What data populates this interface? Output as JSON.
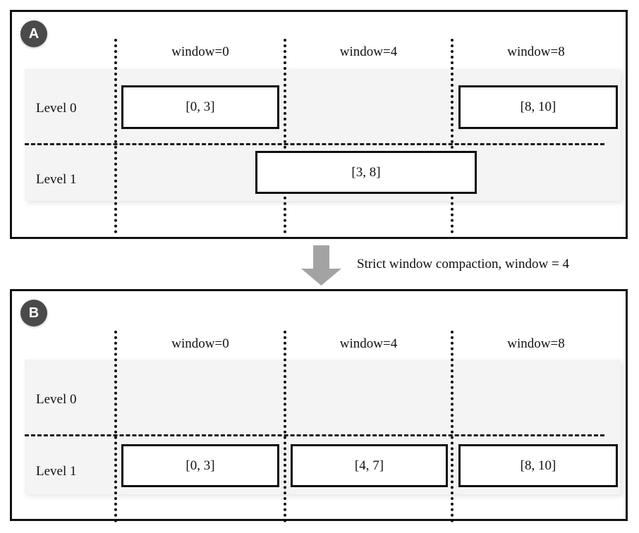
{
  "figure": {
    "panels": [
      {
        "id": "A",
        "badge": "A",
        "columns": [
          {
            "label": "window=0"
          },
          {
            "label": "window=4"
          },
          {
            "label": "window=8"
          }
        ],
        "rows": [
          {
            "label": "Level 0"
          },
          {
            "label": "Level 1"
          }
        ],
        "boxes": [
          {
            "id": "a-box-0-3",
            "label": "[0, 3]",
            "level": "Level 0",
            "window": "window=0"
          },
          {
            "id": "a-box-8-10",
            "label": "[8, 10]",
            "level": "Level 0",
            "window": "window=8"
          },
          {
            "id": "a-box-3-8",
            "label": "[3, 8]",
            "level": "Level 1",
            "window": "spans window=0 to window=8"
          }
        ]
      },
      {
        "id": "B",
        "badge": "B",
        "columns": [
          {
            "label": "window=0"
          },
          {
            "label": "window=4"
          },
          {
            "label": "window=8"
          }
        ],
        "rows": [
          {
            "label": "Level 0"
          },
          {
            "label": "Level 1"
          }
        ],
        "boxes": [
          {
            "id": "b-box-0-3",
            "label": "[0, 3]",
            "level": "Level 1",
            "window": "window=0"
          },
          {
            "id": "b-box-4-7",
            "label": "[4, 7]",
            "level": "Level 1",
            "window": "window=4"
          },
          {
            "id": "b-box-8-10",
            "label": "[8, 10]",
            "level": "Level 1",
            "window": "window=8"
          }
        ]
      }
    ],
    "transition": {
      "icon": "down-arrow-icon",
      "caption": "Strict window compaction, window = 4"
    },
    "colors": {
      "badge_fill": "#4a4a4a",
      "badge_text": "#ffffff",
      "band_fill": "#f4f4f4",
      "box_border": "#0d0d0d",
      "box_fill": "#ffffff",
      "panel_border": "#111111",
      "arrow_fill": "#a3a3a3",
      "text": "#111111",
      "page_background": "#ffffff"
    }
  }
}
